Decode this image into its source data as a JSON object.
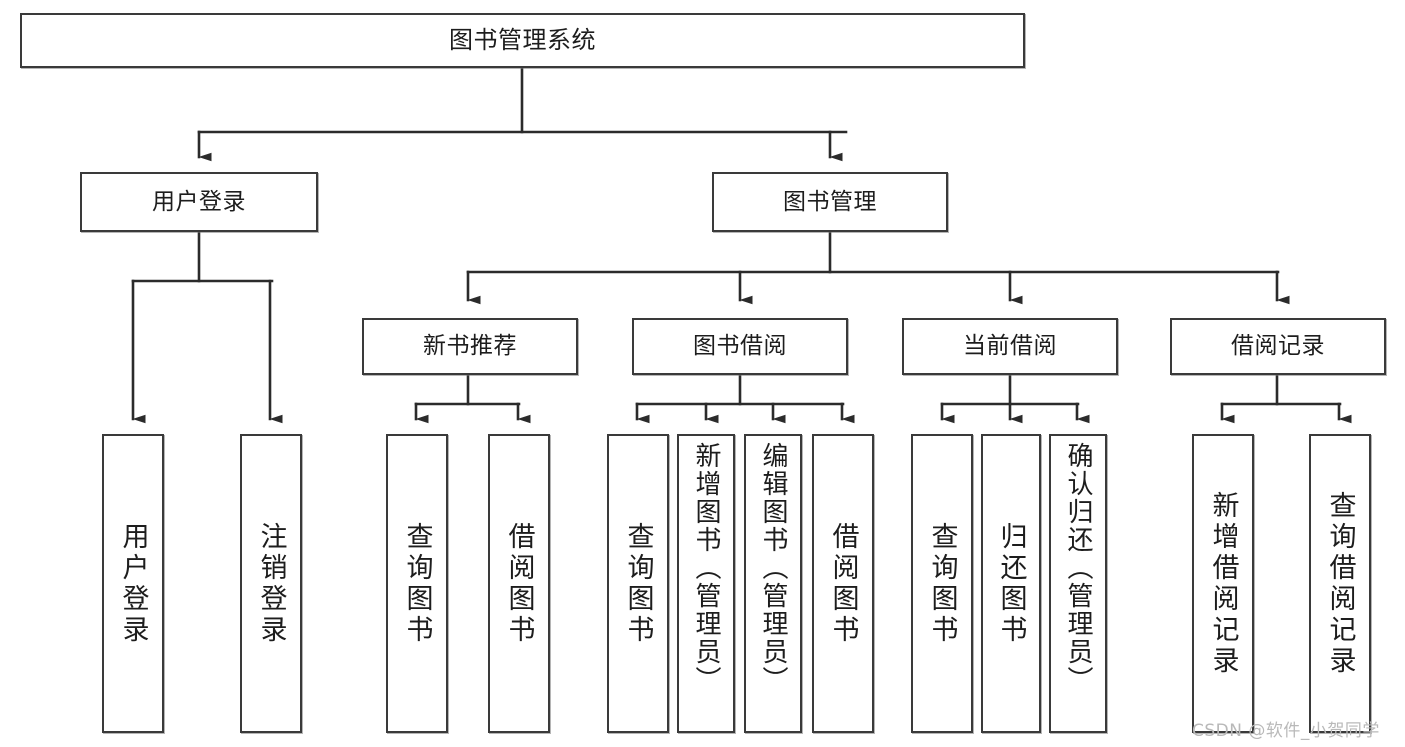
{
  "diagram": {
    "title": "图书管理系统",
    "type": "tree-hierarchy",
    "root": {
      "label": "图书管理系统"
    },
    "level2": [
      {
        "label": "用户登录"
      },
      {
        "label": "图书管理"
      }
    ],
    "level3": [
      {
        "label": "新书推荐"
      },
      {
        "label": "图书借阅"
      },
      {
        "label": "当前借阅"
      },
      {
        "label": "借阅记录"
      }
    ],
    "leaves": {
      "user_login": [
        {
          "label": "用户登录"
        },
        {
          "label": "注销登录"
        }
      ],
      "new_book_recommend": [
        {
          "label": "查询图书"
        },
        {
          "label": "借阅图书"
        }
      ],
      "book_borrow": [
        {
          "label": "查询图书"
        },
        {
          "label": "新增图书（管理员）"
        },
        {
          "label": "编辑图书（管理员）"
        },
        {
          "label": "借阅图书"
        }
      ],
      "current_borrow": [
        {
          "label": "查询图书"
        },
        {
          "label": "归还图书"
        },
        {
          "label": "确认归还（管理员）"
        }
      ],
      "borrow_record": [
        {
          "label": "新增借阅记录"
        },
        {
          "label": "查询借阅记录"
        }
      ]
    }
  },
  "watermark": {
    "text": "CSDN @软件_小贺同学"
  },
  "colors": {
    "box_border": "#3a3a3a",
    "box_fill": "#ffffff",
    "connector": "#2b2b2b",
    "text": "#1d1d1d",
    "watermark": "#b9b9b9",
    "background": "#ffffff"
  }
}
